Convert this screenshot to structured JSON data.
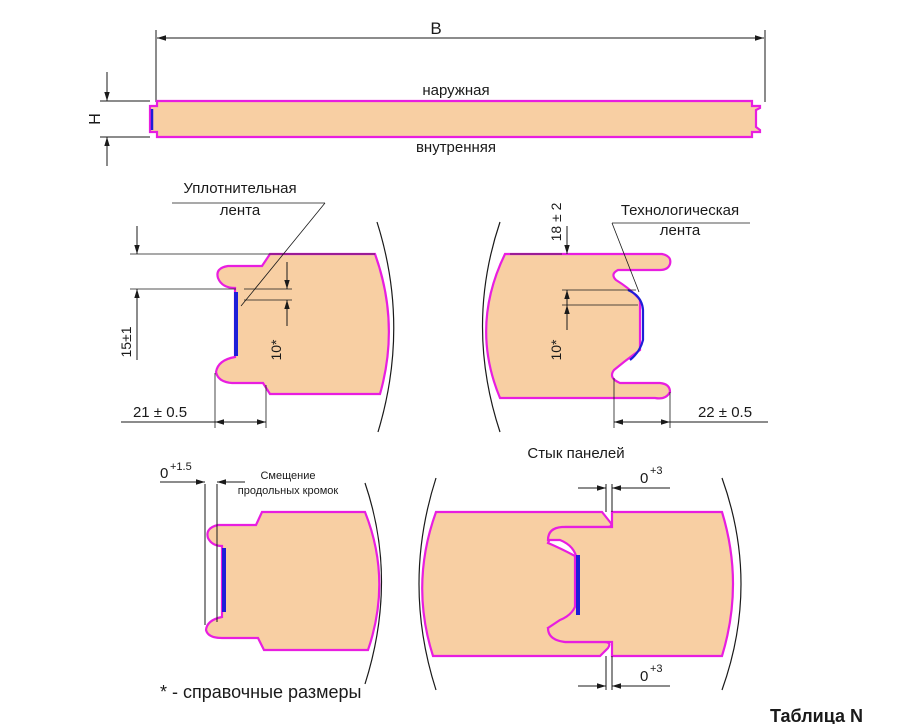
{
  "colors": {
    "foam": "#f8cfa3",
    "outline": "#e81ee0",
    "seal_tape": "#1e1ed8",
    "lines": "#1a1a1a"
  },
  "top_view": {
    "width_label": "B",
    "height_label": "H",
    "outer_label": "наружная",
    "inner_label": "внутренняя"
  },
  "left_detail": {
    "callout_line1": "Уплотнительная",
    "callout_line2": "лента",
    "dim_vertical": "15±1",
    "dim_ref": "10*",
    "dim_horizontal": "21 ± 0.5"
  },
  "right_detail": {
    "callout_line1": "Технологическая",
    "callout_line2": "лента",
    "dim_vertical": "18 ± 2",
    "dim_ref": "10*",
    "dim_horizontal": "22 ± 0.5"
  },
  "offset_detail": {
    "tolerance_base": "0",
    "tolerance_sup": "+1.5",
    "label_line1": "Смещение",
    "label_line2": "продольных кромок"
  },
  "joint_detail": {
    "title": "Стык панелей",
    "top_tolerance_base": "0",
    "top_tolerance_sup": "+3",
    "bottom_tolerance_base": "0",
    "bottom_tolerance_sup": "+3"
  },
  "footnote": "* - справочные размеры",
  "table_caption": "Таблица N"
}
